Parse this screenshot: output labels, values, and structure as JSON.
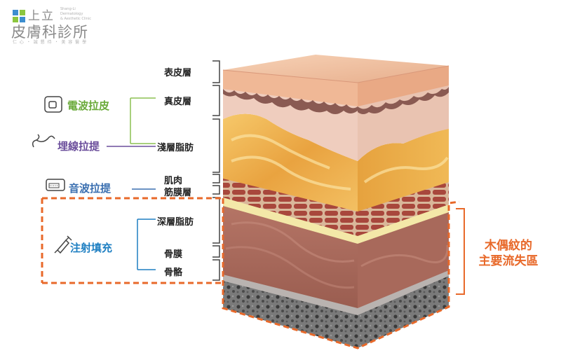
{
  "logo": {
    "top_text": "上立",
    "en_lines": [
      "Shang-Li",
      "Dermatology",
      "& Aesthetic Clinic"
    ],
    "main_text": "皮膚科診所",
    "tagline": "仁 心 ・ 誠 懇 待 ・ 美 容 醫 學",
    "colors": [
      "#3d8ecf",
      "#8cc63f",
      "#3d8ecf",
      "#8cc63f"
    ]
  },
  "layers": {
    "epidermis": "表皮層",
    "dermis": "真皮層",
    "superficial_fat": "淺層脂肪",
    "muscle": "肌肉",
    "fascia": "筋膜層",
    "deep_fat": "深層脂肪",
    "periosteum": "骨膜",
    "bone": "骨骼"
  },
  "treatments": {
    "rf": {
      "label": "電波拉皮",
      "color": "#6aaa3a",
      "icon": "rf-device-icon"
    },
    "thread": {
      "label": "埋線拉提",
      "color": "#6b4e9b",
      "icon": "thread-lift-icon"
    },
    "hifu": {
      "label": "音波拉提",
      "color": "#3a6fb0",
      "icon": "hifu-device-icon"
    },
    "filler": {
      "label": "注射填充",
      "color": "#1e7fc2",
      "icon": "syringe-icon"
    }
  },
  "marionette": {
    "line1": "木偶紋的",
    "line2": "主要流失區",
    "color": "#e8692a"
  }
}
